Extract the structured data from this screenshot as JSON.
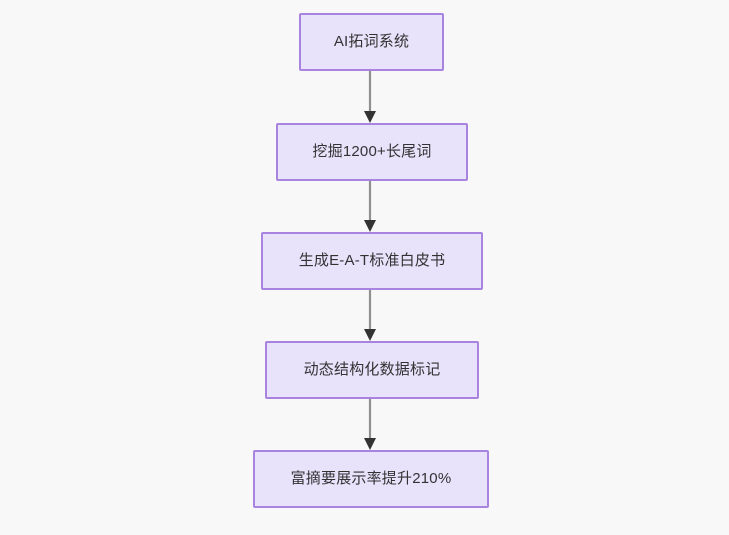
{
  "diagram": {
    "type": "flowchart",
    "direction": "top-to-bottom",
    "background_color": "#f8f8f8",
    "node_fill_color": "#e8e2fb",
    "node_border_color": "#a884e0",
    "node_text_color": "#333333",
    "edge_line_color": "#8f8f8f",
    "edge_arrow_color": "#333333",
    "nodes": [
      {
        "id": "n1",
        "label": "AI拓词系统"
      },
      {
        "id": "n2",
        "label": "挖掘1200+长尾词"
      },
      {
        "id": "n3",
        "label": "生成E-A-T标准白皮书"
      },
      {
        "id": "n4",
        "label": "动态结构化数据标记"
      },
      {
        "id": "n5",
        "label": "富摘要展示率提升210%"
      }
    ],
    "edges": [
      {
        "from": "n1",
        "to": "n2"
      },
      {
        "from": "n2",
        "to": "n3"
      },
      {
        "from": "n3",
        "to": "n4"
      },
      {
        "from": "n4",
        "to": "n5"
      }
    ]
  }
}
